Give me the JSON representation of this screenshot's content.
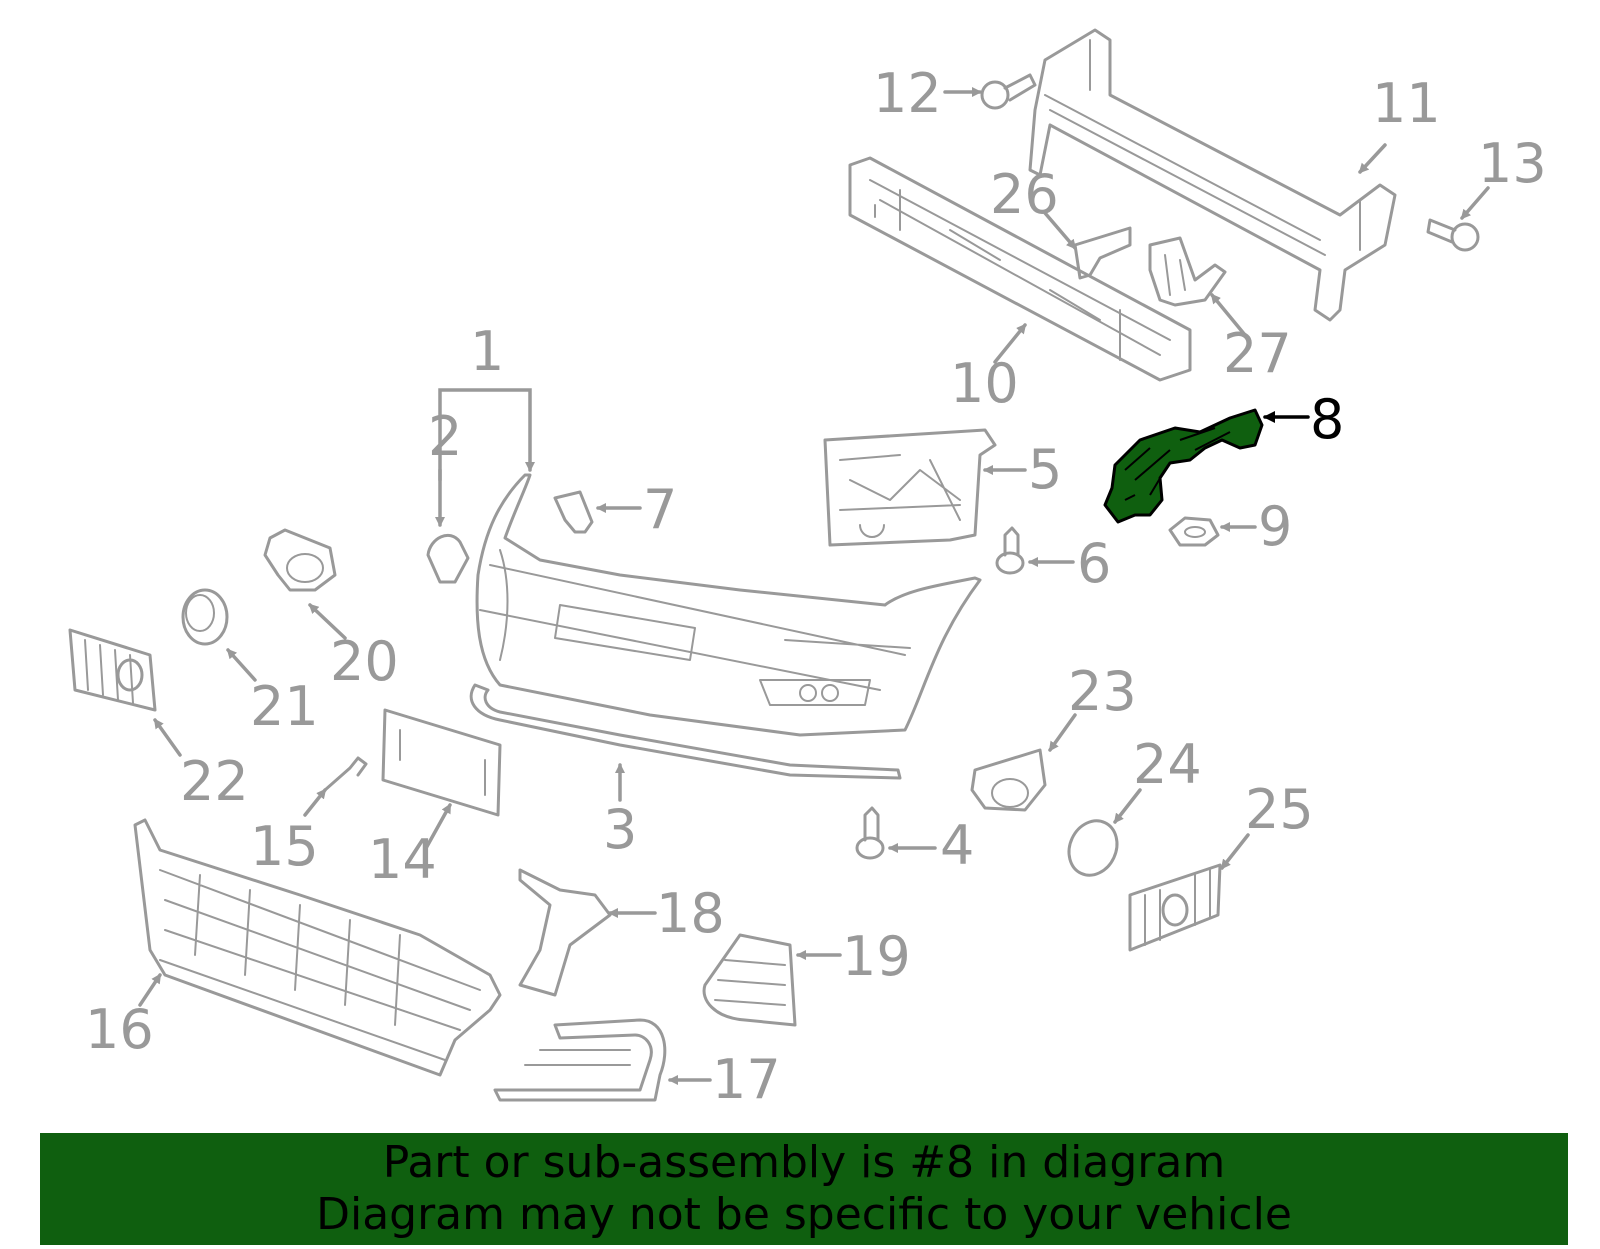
{
  "highlight_color": "#0f5f0f",
  "part_color": "#999999",
  "banner": {
    "line1": "Part or sub-assembly is #8 in diagram",
    "line2": "Diagram may not be specific to your vehicle"
  },
  "callouts": [
    "1",
    "2",
    "3",
    "4",
    "5",
    "6",
    "7",
    "8",
    "9",
    "10",
    "11",
    "12",
    "13",
    "14",
    "15",
    "16",
    "17",
    "18",
    "19",
    "20",
    "21",
    "22",
    "23",
    "24",
    "25",
    "26",
    "27"
  ],
  "highlighted_callout": "8"
}
